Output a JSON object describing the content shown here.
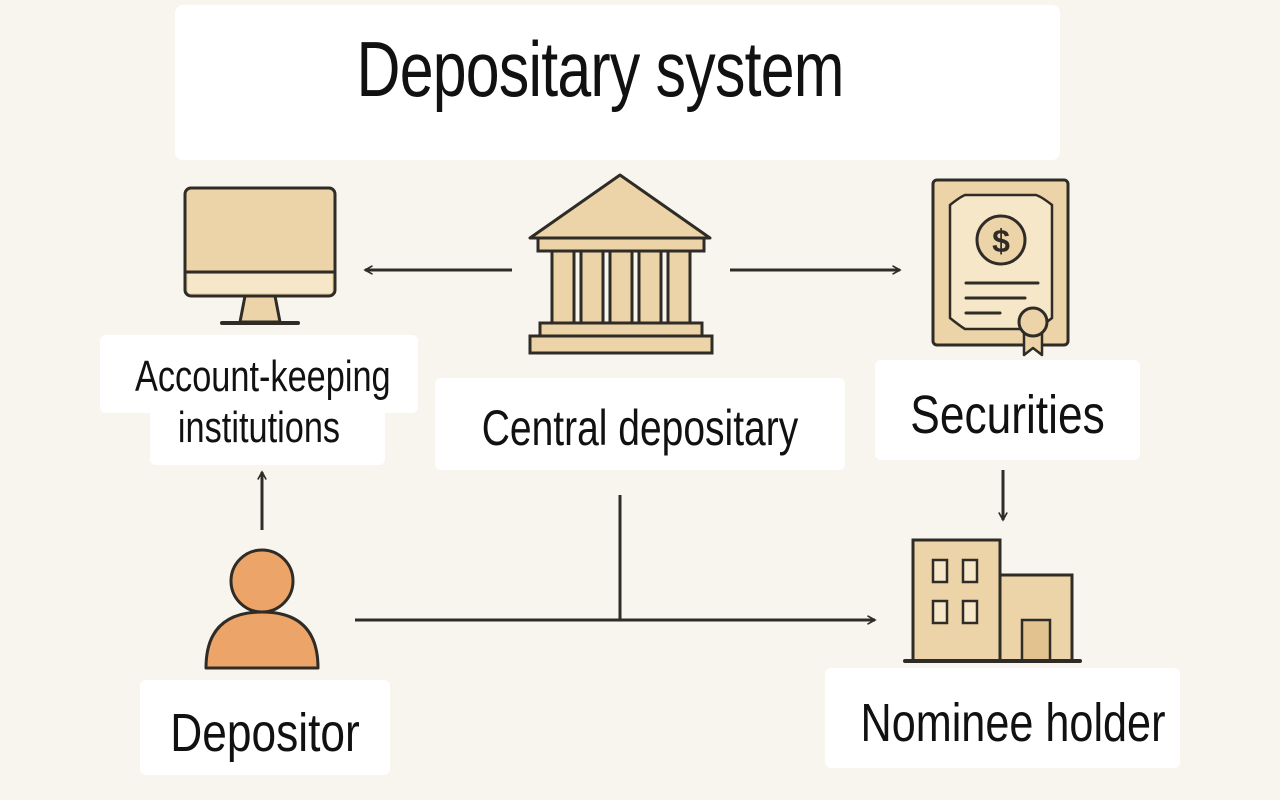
{
  "title": "Depositary system",
  "colors": {
    "background": "#f8f5ee",
    "icon_fill": "#ecd4a8",
    "icon_stroke": "#2f2b26",
    "person_fill": "#eca468",
    "arrow": "#2f2b26"
  },
  "nodes": {
    "account_keeping": {
      "icon": "computer-monitor-icon",
      "label_line1": "Account-keeping",
      "label_line2": "institutions"
    },
    "central_depositary": {
      "icon": "bank-building-icon",
      "label": "Central depositary"
    },
    "securities": {
      "icon": "certificate-icon",
      "label": "Securities",
      "currency_symbol": "$"
    },
    "depositor": {
      "icon": "person-icon",
      "label": "Depositor"
    },
    "nominee_holder": {
      "icon": "office-building-icon",
      "label": "Nominee holder"
    }
  },
  "connections": [
    {
      "from": "central_depositary",
      "to": "account_keeping"
    },
    {
      "from": "central_depositary",
      "to": "securities"
    },
    {
      "from": "securities",
      "to": "nominee_holder"
    },
    {
      "from": "depositor",
      "to": "account_keeping"
    },
    {
      "from": "depositor",
      "to": "nominee_holder"
    },
    {
      "from": "central_depositary",
      "to": "depositor-nominee-line"
    }
  ]
}
